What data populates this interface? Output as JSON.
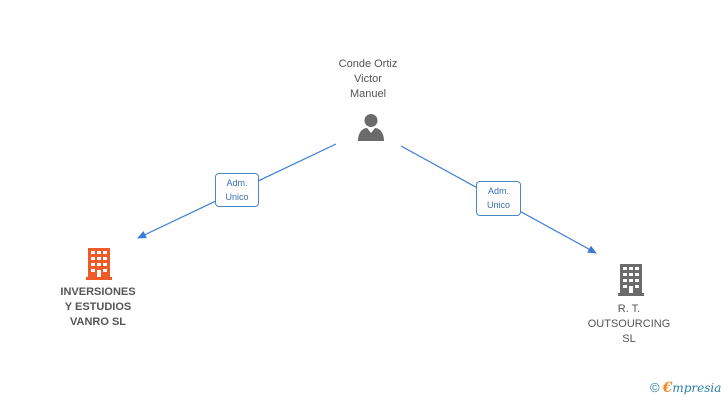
{
  "nodes": {
    "person": {
      "lines": [
        "Conde Ortiz",
        "Victor",
        "Manuel"
      ],
      "icon": "person-icon",
      "color": "#6b6b6b"
    },
    "company1": {
      "lines": [
        "INVERSIONES",
        "Y ESTUDIOS",
        "VANRO SL"
      ],
      "icon": "building-icon",
      "color": "#f05a28"
    },
    "company2": {
      "lines": [
        "R. T.",
        "OUTSOURCING",
        "SL"
      ],
      "icon": "building-icon",
      "color": "#6b6b6b"
    }
  },
  "edges": [
    {
      "lines": [
        "Adm.",
        "Unico"
      ],
      "color": "#4a86c8"
    },
    {
      "lines": [
        "Adm.",
        "Unico"
      ],
      "color": "#4a86c8"
    }
  ],
  "watermark": {
    "symbol": "©",
    "brand_initial": "€",
    "brand_rest": "mpresia"
  }
}
